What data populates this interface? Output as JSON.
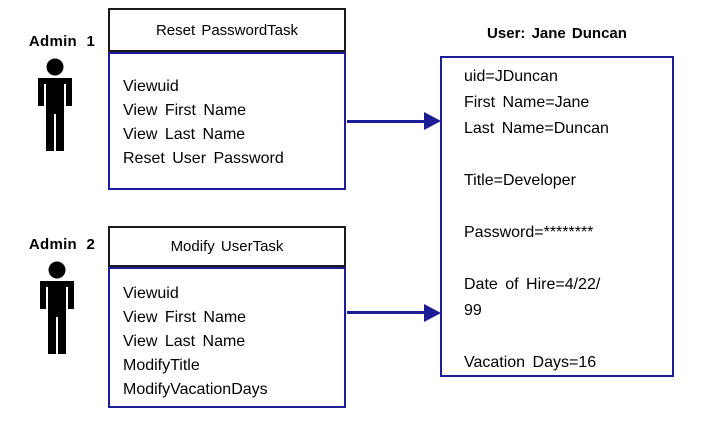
{
  "colors": {
    "background": "#ffffff",
    "task_header_border": "#1a1a1a",
    "box_border_blue": "#1c1c96",
    "arrow": "#1c1c96",
    "text": "#000000",
    "actor_icon": "#000000"
  },
  "actors": [
    {
      "label": "Admin 1"
    },
    {
      "label": "Admin 2"
    }
  ],
  "tasks": [
    {
      "title": "Reset PasswordTask",
      "items": [
        "Viewuid",
        "View First Name",
        "View Last Name",
        "Reset User Password"
      ]
    },
    {
      "title": "Modify UserTask",
      "items": [
        "Viewuid",
        "View First Name",
        "View Last Name",
        "ModifyTitle",
        "ModifyVacationDays"
      ]
    }
  ],
  "user": {
    "title": "User: Jane Duncan",
    "lines": [
      "uid=JDuncan",
      "First Name=Jane",
      "Last Name=Duncan",
      "",
      "Title=Developer",
      "",
      "Password=********",
      "",
      "Date of Hire=4/22/",
      "99",
      "",
      "Vacation Days=16"
    ]
  }
}
